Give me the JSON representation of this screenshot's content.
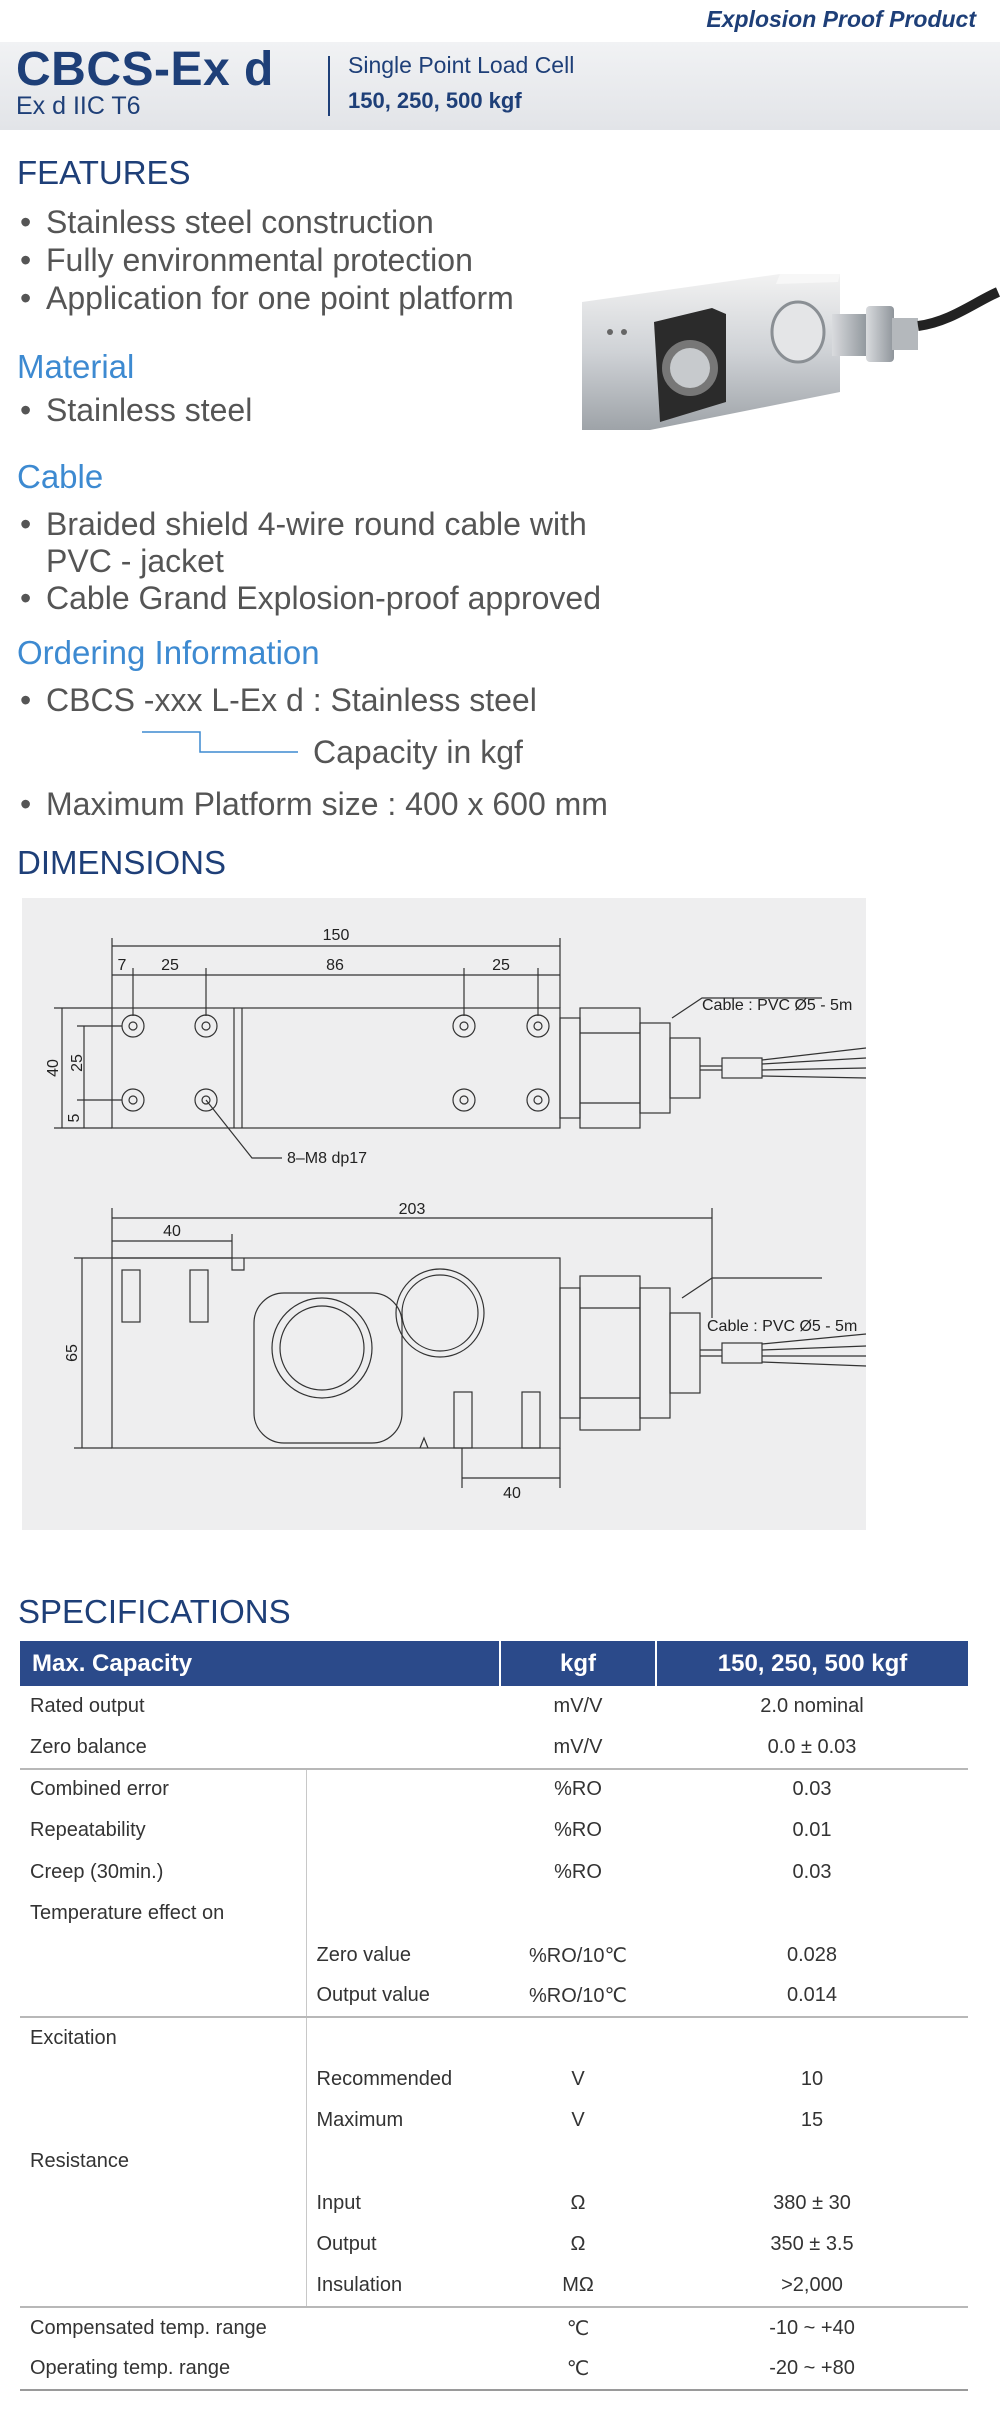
{
  "top_tag": "Explosion Proof Product",
  "header": {
    "model": "CBCS-Ex d",
    "model_sub": "Ex d IIC T6",
    "type": "Single Point Load Cell",
    "capacity": "150, 250, 500 kgf"
  },
  "features": {
    "title": "FEATURES",
    "items": [
      "Stainless steel construction",
      "Fully environmental protection",
      "Application for one point platform"
    ]
  },
  "material": {
    "title": "Material",
    "items": [
      "Stainless steel"
    ]
  },
  "cable": {
    "title": "Cable",
    "item1_line1": "Braided shield 4-wire round cable with",
    "item1_line2": "PVC - jacket",
    "item2": "Cable Grand Explosion-proof approved"
  },
  "ordering": {
    "title": "Ordering Information",
    "code": "CBCS -xxx L-Ex d : Stainless steel",
    "note": "Capacity in kgf",
    "platform": "Maximum Platform size : 400 x 600 mm"
  },
  "dimensions": {
    "title": "DIMENSIONS",
    "top_view": {
      "total": "150",
      "d7": "7",
      "d25a": "25",
      "d86": "86",
      "d25b": "25",
      "h40": "40",
      "h25": "25",
      "h5": "5",
      "holes": "8–M8 dp17",
      "cable": "Cable : PVC Ø5 - 5m"
    },
    "side_view": {
      "total": "203",
      "d40a": "40",
      "d40b": "40",
      "h65": "65",
      "cable": "Cable : PVC Ø5 - 5m"
    }
  },
  "specifications": {
    "title": "SPECIFICATIONS",
    "header": [
      "Max. Capacity",
      "kgf",
      "150, 250, 500 kgf"
    ],
    "rows": [
      {
        "label": "Rated output",
        "sub": "",
        "unit": "mV/V",
        "value": "2.0 nominal"
      },
      {
        "label": "Zero balance",
        "sub": "",
        "unit": "mV/V",
        "value": "0.0 ± 0.03"
      },
      {
        "label": "Combined error",
        "sub": "",
        "unit": "%RO",
        "value": "0.03"
      },
      {
        "label": "Repeatability",
        "sub": "",
        "unit": "%RO",
        "value": "0.01"
      },
      {
        "label": "Creep (30min.)",
        "sub": "",
        "unit": "%RO",
        "value": "0.03"
      },
      {
        "label": "Temperature effect on",
        "sub": "",
        "unit": "",
        "value": ""
      },
      {
        "label": "",
        "sub": "Zero value",
        "unit": "%RO/10℃",
        "value": "0.028"
      },
      {
        "label": "",
        "sub": "Output  value",
        "unit": "%RO/10℃",
        "value": "0.014"
      },
      {
        "label": "Excitation",
        "sub": "",
        "unit": "",
        "value": ""
      },
      {
        "label": "",
        "sub": "Recommended",
        "unit": "V",
        "value": "10"
      },
      {
        "label": "",
        "sub": "Maximum",
        "unit": "V",
        "value": "15"
      },
      {
        "label": "Resistance",
        "sub": "",
        "unit": "",
        "value": ""
      },
      {
        "label": "",
        "sub": "Input",
        "unit": "Ω",
        "value": "380 ± 30"
      },
      {
        "label": "",
        "sub": "Output",
        "unit": "Ω",
        "value": "350 ± 3.5"
      },
      {
        "label": "",
        "sub": "Insulation",
        "unit": "MΩ",
        "value": ">2,000"
      },
      {
        "label": "Compensated temp. range",
        "sub": "",
        "unit": "℃",
        "value": "-10 ~ +40"
      },
      {
        "label": "Operating temp. range",
        "sub": "",
        "unit": "℃",
        "value": "-20 ~ +80"
      }
    ]
  }
}
